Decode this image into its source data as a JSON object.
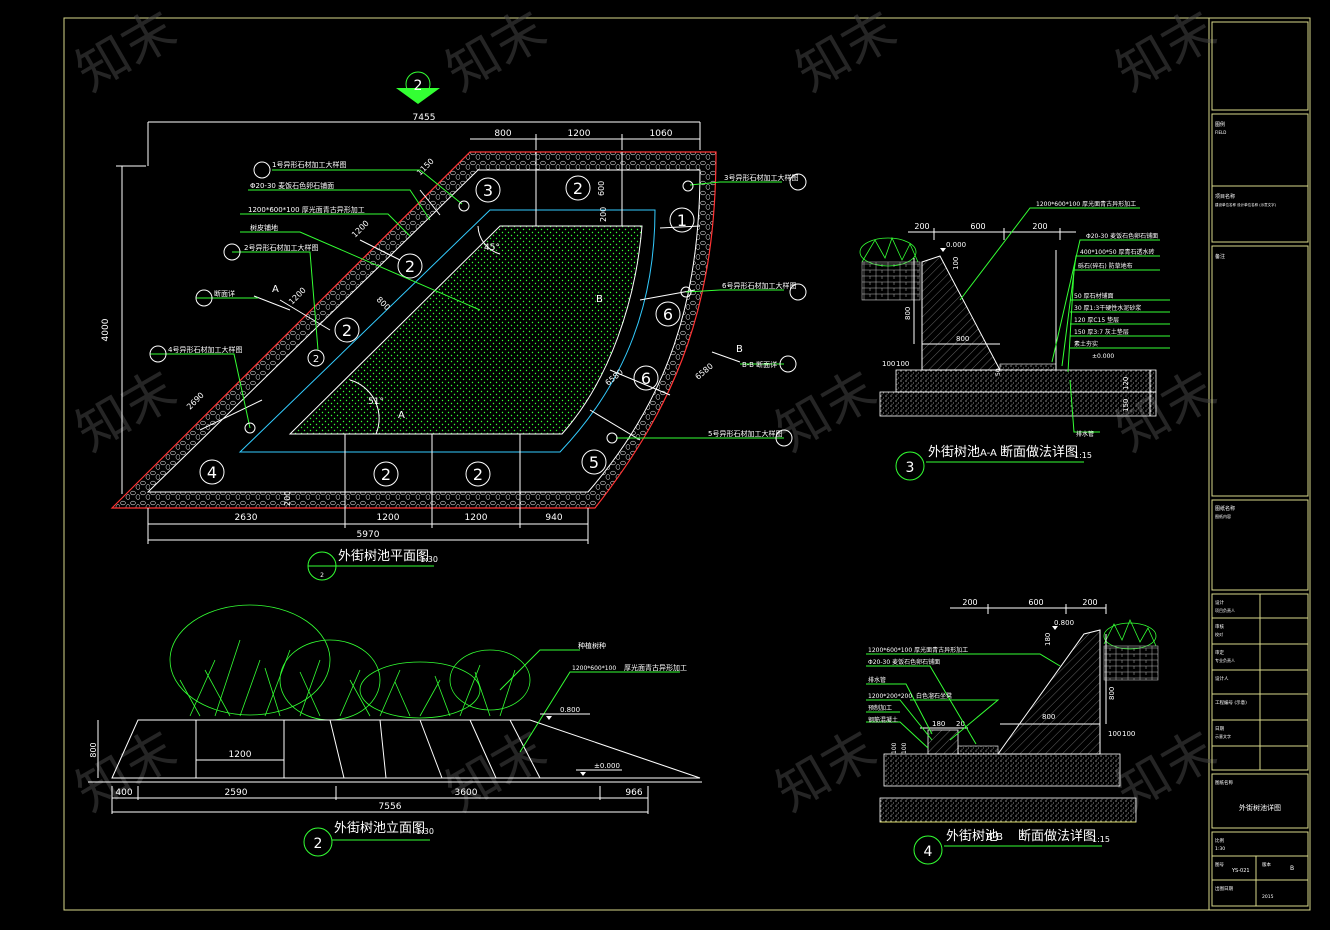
{
  "plan": {
    "title": "外街树池平面图",
    "scale": "1:30",
    "dims_top": [
      "7455",
      "800",
      "1200",
      "1060"
    ],
    "dims_bottom": [
      "2630",
      "1200",
      "1200",
      "940",
      "5970"
    ],
    "dim_left": "4000",
    "dims_misc": [
      "1150",
      "1200",
      "1200",
      "800",
      "2690",
      "600",
      "200",
      "6580",
      "6580",
      "200"
    ],
    "angles": [
      "45°",
      "51°"
    ],
    "callouts": [
      "1号异形石材加工大样图",
      "Φ20-30 麦饭石色卵石铺面",
      "1200*600*100  厚光面青古异形加工",
      "树皮铺地",
      "2号异形石材加工大样图",
      "断面详",
      "4号异形石材加工大样图",
      "3号异形石材加工大样图",
      "6号异形石材加工大样图",
      "B-B 断面详",
      "5号异形石材加工大样图"
    ],
    "pieces": [
      "3",
      "2",
      "1",
      "2",
      "2",
      "6",
      "6",
      "2",
      "4",
      "2",
      "2",
      "5"
    ],
    "section_marks": [
      "A",
      "A",
      "B",
      "B"
    ],
    "bubble": "2"
  },
  "elevation": {
    "title": "外街树池立面图",
    "scale": "1:30",
    "dims": [
      "400",
      "2590",
      "3600",
      "966",
      "7556",
      "1200"
    ],
    "dim_height": "800",
    "labels": [
      "种植树种",
      "1200*600*100",
      "厚光面青古异形加工"
    ],
    "levels": [
      "0.800",
      "±0.000"
    ],
    "bubble": "2"
  },
  "section_a": {
    "title_pre": "外街树池",
    "title_mark": "A-A",
    "title_post": "断面做法详图",
    "scale": "1:15",
    "bubble": "3",
    "dims": [
      "200",
      "600",
      "200",
      "800",
      "100",
      "100",
      "100",
      "800",
      "50",
      "120",
      "150"
    ],
    "level": "0.000",
    "level2": "±0.000",
    "labels": [
      "1200*600*100  厚光面青古异形加工",
      "Φ20-30  麦饭石色卵石铺面",
      "400*100*50  厚青石透水砖",
      "砾石(碎石)  防草地布",
      "50  厚石材铺面",
      "30  厚1:3干硬性水泥砂浆",
      "120  厚C15  垫层",
      "150  厚3:7  灰土垫层",
      "素土夯实",
      "排水管"
    ]
  },
  "section_b": {
    "title_pre": "外街树池",
    "title_mark": "B-B",
    "title_post": "断面做法详图",
    "scale": "1:15",
    "bubble": "4",
    "dims": [
      "200",
      "600",
      "200",
      "180",
      "800",
      "800",
      "180",
      "20",
      "100",
      "100",
      "100",
      "100"
    ],
    "level": "0.800",
    "labels": [
      "1200*600*100  厚光面青古异形加工",
      "Φ20-30  麦饭石色卵石铺面",
      "排水管",
      "1200*200*200",
      "预制加工",
      "钢筋混凝土",
      "白色溜石坐凳"
    ]
  },
  "title_block": {
    "fields": [
      "图例",
      "FIELD",
      "项目名称",
      "建设单位名称 设计单位名称 (示意文字)",
      "备注",
      "图纸名称",
      "图纸内容",
      "设计",
      "项目负责人",
      "审核",
      "校对",
      "审定",
      "专业负责人",
      "设计人",
      "工程编号 (示意)",
      "日期",
      "示意文字",
      "图纸名称",
      "外街树池详图",
      "比例",
      "1:30",
      "图号",
      "YS-021",
      "版本",
      "B",
      "出图日期",
      "2015"
    ]
  },
  "watermark": "知末",
  "colors": {
    "background": "#000000",
    "frame": "#d9d98a",
    "line_white": "#ffffff",
    "line_green": "#33ff33",
    "line_cyan": "#33ccff",
    "line_red": "#ff3333"
  }
}
